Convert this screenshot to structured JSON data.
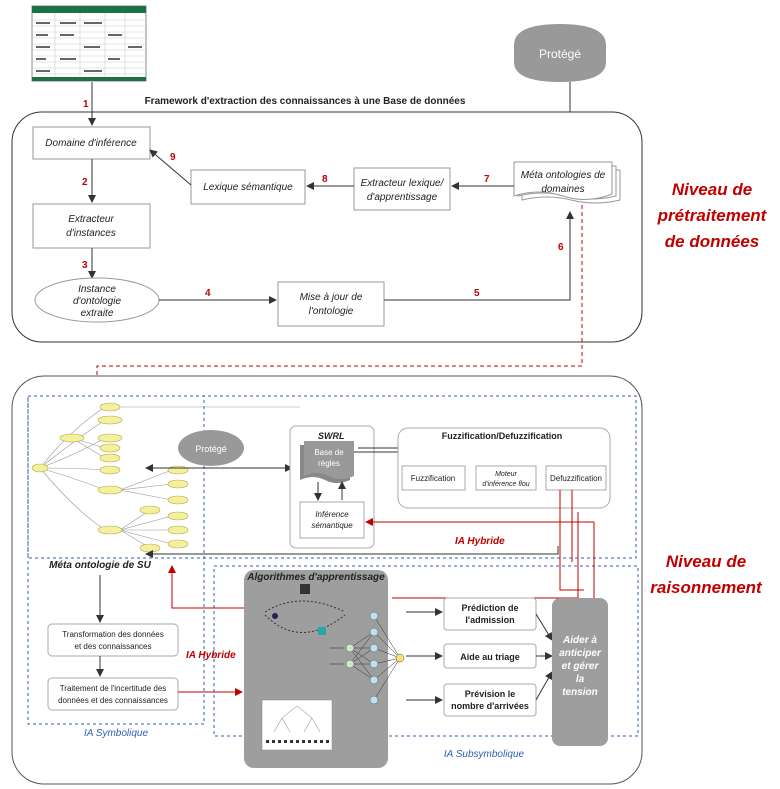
{
  "top": {
    "framework_title": "Framework d'extraction des connaissances à une Base de données",
    "protege_label": "Protégé",
    "boxes": {
      "domaine": "Domaine d'inférence",
      "extracteur_instances": [
        "Extracteur",
        "d'instances"
      ],
      "instance_ontologie": [
        "Instance",
        "d'ontologie",
        "extraite"
      ],
      "mise_a_jour": [
        "Mise à jour de",
        "l'ontologie"
      ],
      "lexique": "Lexique sémantique",
      "extracteur_lexique": [
        "Extracteur lexique/",
        "d'apprentissage"
      ],
      "meta_ontologies": [
        "Méta ontologies de",
        "domaines"
      ]
    },
    "numbers": [
      "1",
      "2",
      "3",
      "4",
      "5",
      "6",
      "7",
      "8",
      "9"
    ],
    "level_label": [
      "Niveau de",
      "prétraitement",
      "de données"
    ]
  },
  "bottom": {
    "protege_label": "Protégé",
    "swrl_title": "SWRL",
    "base_regles": [
      "Base de",
      "règles"
    ],
    "inference_semantique": [
      "Inférence",
      "sémantique"
    ],
    "fuzzy_title": "Fuzzification/Defuzzification",
    "fuzzification": "Fuzzification",
    "moteur": [
      "Moteur",
      "d'inférence flou"
    ],
    "defuzzification": "Defuzzification",
    "ia_hybride_1": "IA Hybride",
    "meta_ontologie_su": "Méta ontologie de SU",
    "transformation": [
      "Transformation des données",
      "et des connaissances"
    ],
    "traitement": [
      "Traitement de l'incertitude des",
      "données et des connaissances"
    ],
    "ia_hybride_2": "IA Hybride",
    "algorithmes_title": "Algorithmes d'apprentissage",
    "prediction": [
      "Prédiction de",
      "l'admission"
    ],
    "aide_triage": "Aide au triage",
    "prevision": [
      "Prévision le",
      "nombre d'arrivées"
    ],
    "aider": [
      "Aider à",
      "anticiper",
      "et gérer",
      "la",
      "tension"
    ],
    "ia_symbolique": "IA Symbolique",
    "ia_subsymbolique": "IA Subsymbolique",
    "level_label": [
      "Niveau de",
      "raisonnement"
    ]
  },
  "colors": {
    "red": "#c00000",
    "blue": "#2f5fb3",
    "gray_box": "#9e9e9e",
    "node_yellow": "#f4f0a0"
  }
}
